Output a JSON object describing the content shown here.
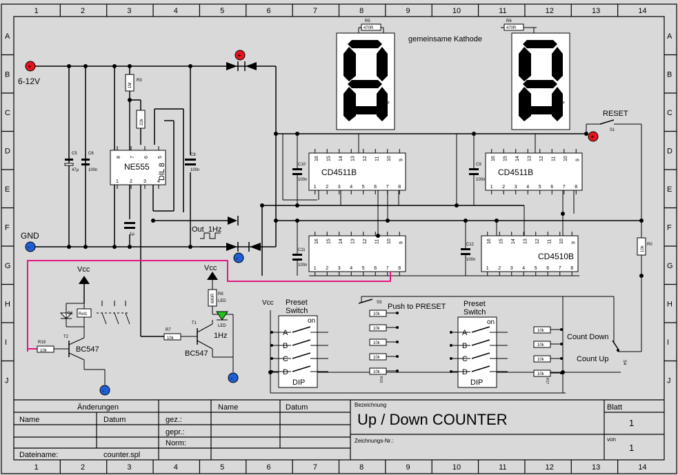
{
  "grid": {
    "columns": [
      "1",
      "2",
      "3",
      "4",
      "5",
      "6",
      "7",
      "8",
      "9",
      "10",
      "11",
      "12",
      "13",
      "14"
    ],
    "rows": [
      "A",
      "B",
      "C",
      "D",
      "E",
      "F",
      "G",
      "H",
      "I",
      "J"
    ]
  },
  "labels": {
    "supply": "6-12V",
    "gnd": "GND",
    "common_cathode": "gemeinsame Kathode",
    "reset": "RESET",
    "s1": "S1",
    "s3": "S3",
    "s4": "S4",
    "push_preset": "Push to PRESET",
    "count_down": "Count Down",
    "count_up": "Count Up",
    "out_1hz": "Out_1Hz",
    "hz_1": "1Hz",
    "vcc": "Vcc",
    "preset_switch_1": "Preset",
    "preset_switch_2": "Switch",
    "dip": "DIP",
    "on": "on",
    "dp": "DP",
    "led": "LED"
  },
  "components": {
    "ne555": "NE555",
    "dil8": "DIL 8",
    "cd4511_left": "CD4511B",
    "cd4511_right": "CD4511B",
    "cd4510_right": "CD4510B",
    "r5": "R5",
    "r5v": "470R",
    "r6": "R6",
    "r6v": "470R",
    "r3": "R3",
    "r3v": "1M",
    "r_22k": "22k",
    "c5": "C5",
    "c5v": "47µ",
    "c6": "C6",
    "c6v": "100n",
    "c8": "C8",
    "c8v": "100n",
    "c10": "C10",
    "c10v": "100n",
    "c9": "C9",
    "c9v": "100n",
    "c11": "C11",
    "c11v": "100n",
    "c12": "C12",
    "c12v": "100n",
    "c_1u": "1µ",
    "rel": "Rel1",
    "d1": "D1",
    "t2": "T2",
    "t1": "T1",
    "bc547": "BC547",
    "r19": "R19",
    "r19v": "10k",
    "r7": "R7",
    "r7v": "10k",
    "r8": "R8",
    "r8v": "680R",
    "r_10k": "10k",
    "r0": "R0",
    "r13": "R13",
    "r17": "R17"
  },
  "ic_pins": {
    "top16": [
      "16",
      "15",
      "14",
      "13",
      "12",
      "11",
      "10",
      "9"
    ],
    "bot16": [
      "1",
      "2",
      "3",
      "4",
      "5",
      "6",
      "7",
      "8"
    ],
    "top8": [
      "8",
      "7",
      "6",
      "5"
    ],
    "bot8": [
      "1",
      "2",
      "3",
      "4"
    ]
  },
  "dip_letters": [
    "A",
    "B",
    "C",
    "D"
  ],
  "title_block": {
    "aenderungen": "Änderungen",
    "name": "Name",
    "datum": "Datum",
    "name2": "Name",
    "datum2": "Datum",
    "gez": "gez.:",
    "gepr": "gepr.:",
    "norm": "Norm:",
    "dateiname_label": "Dateiname:",
    "dateiname": "counter.spl",
    "bezeichnung": "Bezeichnung",
    "title": "Up / Down COUNTER",
    "zeichnungs_nr": "Zeichnungs-Nr.:",
    "blatt": "Blatt",
    "blatt_value": "1",
    "von": "von",
    "von_value": "1"
  },
  "colors": {
    "terminal_red": "#e8141e",
    "terminal_blue": "#1f5fd6",
    "magenta_wire": "#e0157f",
    "led_green": "#22c51b",
    "paper": "#d9d9d9"
  }
}
